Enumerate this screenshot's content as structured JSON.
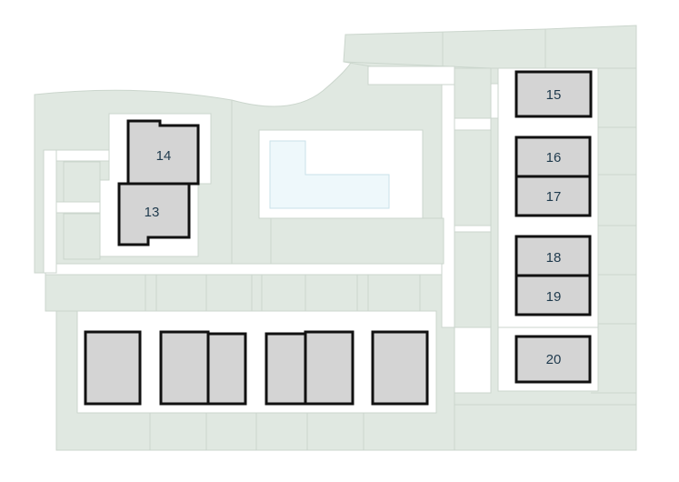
{
  "colors": {
    "background": "#ffffff",
    "ground": "#e0e8e1",
    "ground_line": "#cbd6cd",
    "path": "#ffffff",
    "pool": "#eef8fb",
    "pool_edge": "#c9e2ea",
    "building_fill": "#d4d4d4",
    "building_stroke": "#111111",
    "label": "#1f3a4d"
  },
  "plots": [
    {
      "id": "14",
      "label": "14"
    },
    {
      "id": "13",
      "label": "13"
    },
    {
      "id": "15",
      "label": "15"
    },
    {
      "id": "16",
      "label": "16"
    },
    {
      "id": "17",
      "label": "17"
    },
    {
      "id": "18",
      "label": "18"
    },
    {
      "id": "19",
      "label": "19"
    },
    {
      "id": "20",
      "label": "20"
    }
  ]
}
